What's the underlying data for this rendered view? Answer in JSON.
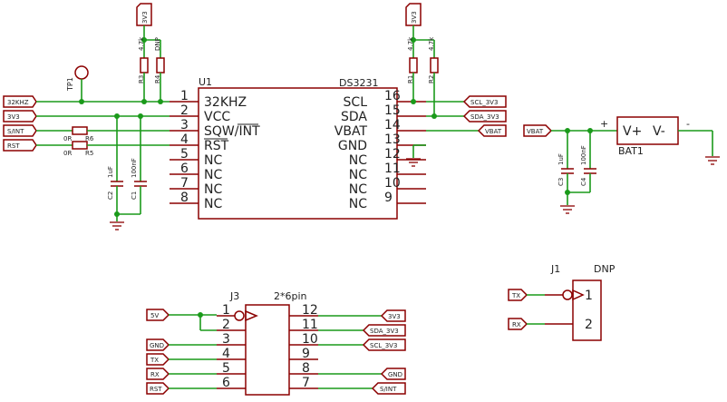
{
  "u1": {
    "ref": "U1",
    "value": "DS3231",
    "pins_left": [
      {
        "num": "1",
        "name": "32KHZ"
      },
      {
        "num": "2",
        "name": "VCC"
      },
      {
        "num": "3",
        "name": "SQW/INT"
      },
      {
        "num": "4",
        "name": "RST"
      },
      {
        "num": "5",
        "name": "NC"
      },
      {
        "num": "6",
        "name": "NC"
      },
      {
        "num": "7",
        "name": "NC"
      },
      {
        "num": "8",
        "name": "NC"
      }
    ],
    "pins_right": [
      {
        "num": "16",
        "name": "SCL"
      },
      {
        "num": "15",
        "name": "SDA"
      },
      {
        "num": "14",
        "name": "VBAT"
      },
      {
        "num": "13",
        "name": "GND"
      },
      {
        "num": "12",
        "name": "NC"
      },
      {
        "num": "11",
        "name": "NC"
      },
      {
        "num": "10",
        "name": "NC"
      },
      {
        "num": "9",
        "name": "NC"
      }
    ]
  },
  "ports": {
    "left": [
      "32KHZ",
      "3V3",
      "S/INT",
      "RST"
    ],
    "right": [
      "SCL_3V3",
      "SDA_3V3",
      "VBAT"
    ],
    "supply_left": "3V3",
    "supply_right": "3V3",
    "vbat_in": "VBAT"
  },
  "parts": {
    "tp1": "TP1",
    "r3": {
      "ref": "R3",
      "val": "4.7k"
    },
    "r4": {
      "ref": "R4",
      "val": "DNP"
    },
    "r1": {
      "ref": "R1",
      "val": "4.7k"
    },
    "r2": {
      "ref": "R2",
      "val": "4.7k"
    },
    "r6": {
      "ref": "R6",
      "val": "0R"
    },
    "r5": {
      "ref": "R5",
      "val": "0R"
    },
    "c2": {
      "ref": "C2",
      "val": "1uF"
    },
    "c1": {
      "ref": "C1",
      "val": "100nF"
    },
    "c3": {
      "ref": "C3",
      "val": "1uF"
    },
    "c4": {
      "ref": "C4",
      "val": "100nF"
    },
    "bat": {
      "ref": "BAT1",
      "plus": "V+",
      "minus": "V-",
      "plus_sign": "+",
      "minus_sign": "-"
    }
  },
  "j3": {
    "ref": "J3",
    "value": "2*6pin",
    "left_nums": [
      "1",
      "2",
      "3",
      "4",
      "5",
      "6"
    ],
    "right_nums": [
      "12",
      "11",
      "10",
      "9",
      "8",
      "7"
    ],
    "left_ports": [
      "5V",
      "GND",
      "TX",
      "RX",
      "RST"
    ],
    "right_ports": [
      "3V3",
      "SDA_3V3",
      "SCL_3V3",
      "GND",
      "S/INT"
    ]
  },
  "j1": {
    "ref": "J1",
    "value": "DNP",
    "nums": [
      "1",
      "2"
    ],
    "ports": [
      "TX",
      "RX"
    ]
  }
}
